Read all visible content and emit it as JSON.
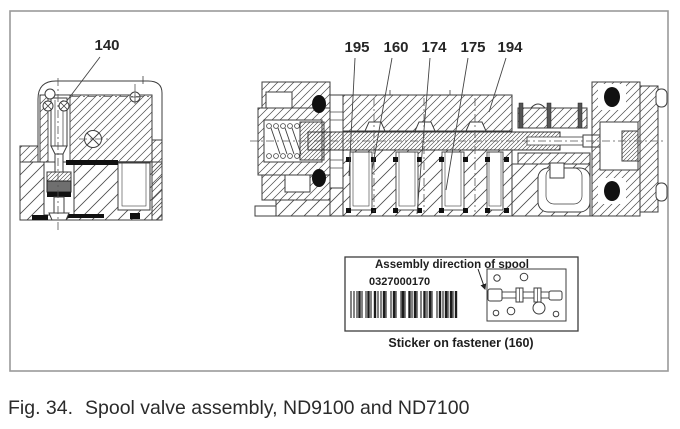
{
  "figure": {
    "label": "Fig. 34.",
    "title": "Spool valve assembly, ND9100 and ND7100"
  },
  "callouts": {
    "left_view": "140",
    "right_view": [
      "195",
      "160",
      "174",
      "175",
      "194"
    ]
  },
  "sticker": {
    "heading": "Assembly direction of spool",
    "barcode_number": "0327000170",
    "caption": "Sticker on fastener (160)"
  },
  "colors": {
    "line": "#3d3d3d",
    "frame_border": "#9a9a9a",
    "seal_black": "#111111",
    "caption_text": "#2b2b2b"
  }
}
